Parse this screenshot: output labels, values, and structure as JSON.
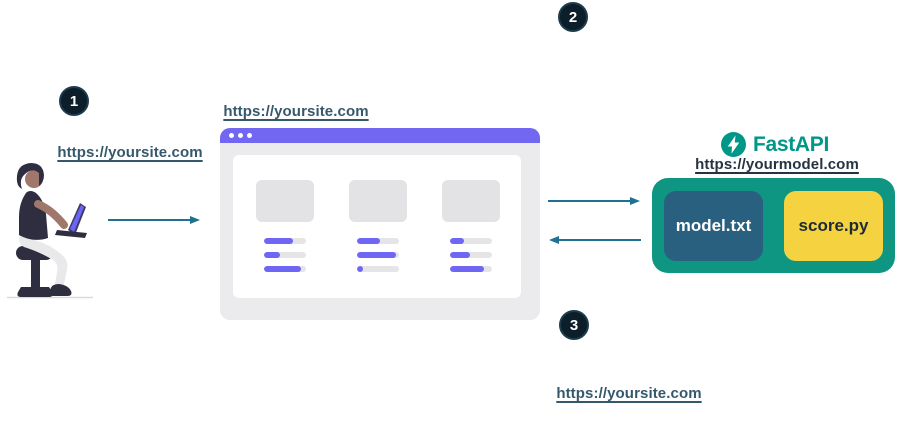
{
  "steps": [
    {
      "number": "1"
    },
    {
      "number": "2"
    },
    {
      "number": "3"
    }
  ],
  "user": {
    "url": "https://yoursite.com"
  },
  "browser": {
    "url": "https://yoursite.com",
    "cards": [
      {
        "bars": [
          70,
          39,
          88
        ]
      },
      {
        "bars": [
          55,
          92,
          15
        ]
      },
      {
        "bars": [
          34,
          48,
          80
        ]
      }
    ]
  },
  "fastapi": {
    "brand_name": "FastAPI",
    "url": "https://yourmodel.com",
    "files": [
      {
        "name": "model.txt"
      },
      {
        "name": "score.py"
      }
    ]
  },
  "response": {
    "url": "https://yoursite.com"
  },
  "icons": {
    "fastapi_bolt": "lightning-bolt",
    "window_dots": "three-dots",
    "arrow_right": "→",
    "arrow_left": "←"
  },
  "colors": {
    "purple": "#7267f1",
    "bar_purple": "#6f66f3",
    "teal_box": "#0e9683",
    "fastapi_teal": "#009688",
    "navy_box": "#2a607f",
    "yellow_box": "#f5d340",
    "link": "#35596b",
    "model_link": "#243442",
    "arrow": "#1f7091",
    "step_bg": "#0c1e29",
    "step_ring": "#1d3d4c",
    "frame_gray": "#ebebed",
    "placeholder_gray": "#e3e3e6",
    "track_gray": "#e5e5e8",
    "dark_figure": "#2f2e41",
    "skin": "#a1766b",
    "pants": "#e9e9ec"
  }
}
